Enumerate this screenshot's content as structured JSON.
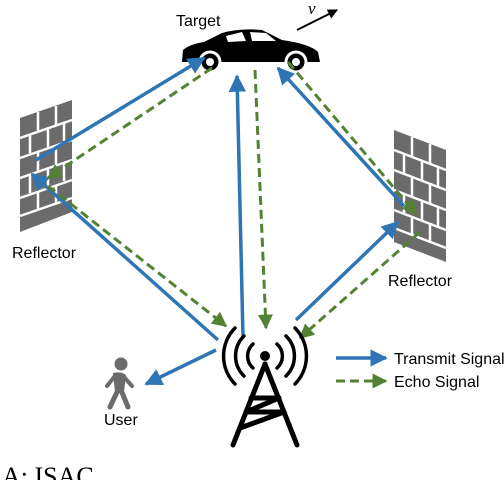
{
  "diagram": {
    "labels": {
      "target": "Target",
      "velocity": "v⃗",
      "reflector_left": "Reflector",
      "reflector_right": "Reflector",
      "user": "User"
    },
    "legend": {
      "transmit": "Transmit Signal",
      "echo": "Echo Signal"
    },
    "caption_fragment": "A: ISAC ... ... ... ... ... ...",
    "colors": {
      "transmit": "#2E75B6",
      "echo": "#548235",
      "wall": "#6b6b6b",
      "ink": "#000000"
    },
    "icons": {
      "target": "car-icon",
      "reflector": "brick-wall-icon",
      "user": "walking-person-icon",
      "base_station": "radio-tower-icon"
    }
  }
}
